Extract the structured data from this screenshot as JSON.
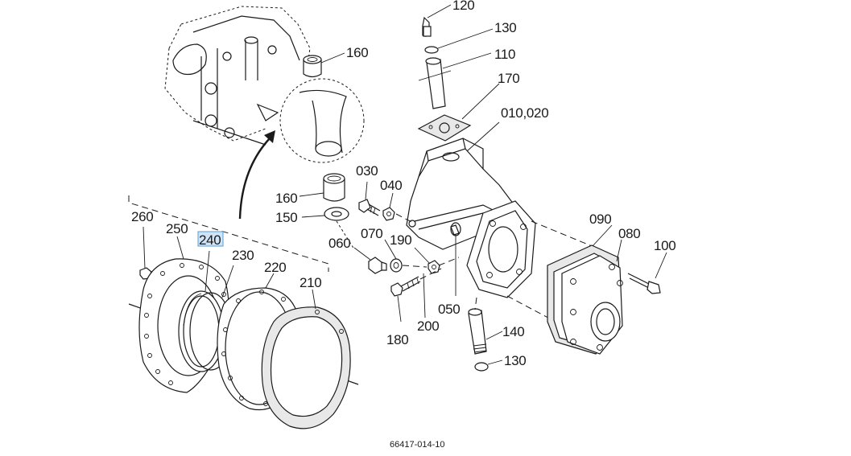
{
  "diagram": {
    "drawing_number": "66417-014-10",
    "highlighted_part": "240",
    "part_labels": {
      "p120": "120",
      "p130_top": "130",
      "p110": "110",
      "p170": "170",
      "p010_020": "010,020",
      "p160_top": "160",
      "p160": "160",
      "p150": "150",
      "p030": "030",
      "p040": "040",
      "p060": "060",
      "p070": "070",
      "p190": "190",
      "p090": "090",
      "p080": "080",
      "p100": "100",
      "p260": "260",
      "p250": "250",
      "p240": "240",
      "p230": "230",
      "p220": "220",
      "p210": "210",
      "p180": "180",
      "p200": "200",
      "p050": "050",
      "p140": "140",
      "p130_bottom": "130"
    }
  }
}
